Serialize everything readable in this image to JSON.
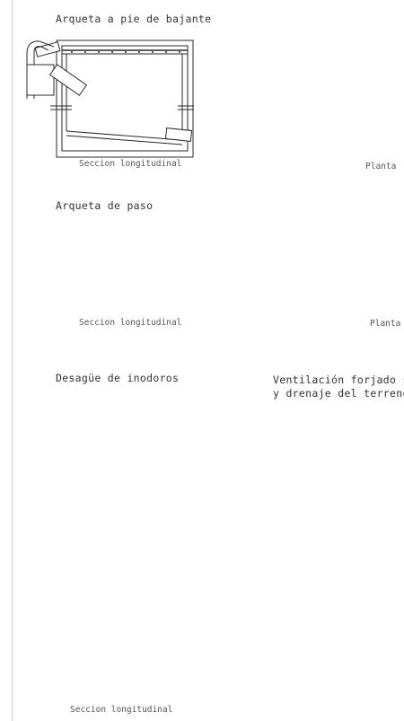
{
  "sections": {
    "arqueta_bajante": {
      "title": "Arqueta a pie de bajante",
      "caption_section": "Seccion longitudinal",
      "caption_plan": "Planta"
    },
    "arqueta_paso": {
      "title": "Arqueta de paso",
      "caption_section": "Seccion longitudinal",
      "caption_plan": "Planta"
    },
    "desague_inodoros": {
      "title": "Desagüe de inodoros",
      "caption_section": "Seccion longitudinal"
    },
    "ventilacion": {
      "title_line1": "Ventilación forjado sa",
      "title_line2": "y drenaje del terreno"
    }
  },
  "colors": {
    "line": "#2a2a2a",
    "hatch": "#9a9a9a",
    "wall_fill": "#cfcfcf",
    "background": "#ffffff"
  }
}
